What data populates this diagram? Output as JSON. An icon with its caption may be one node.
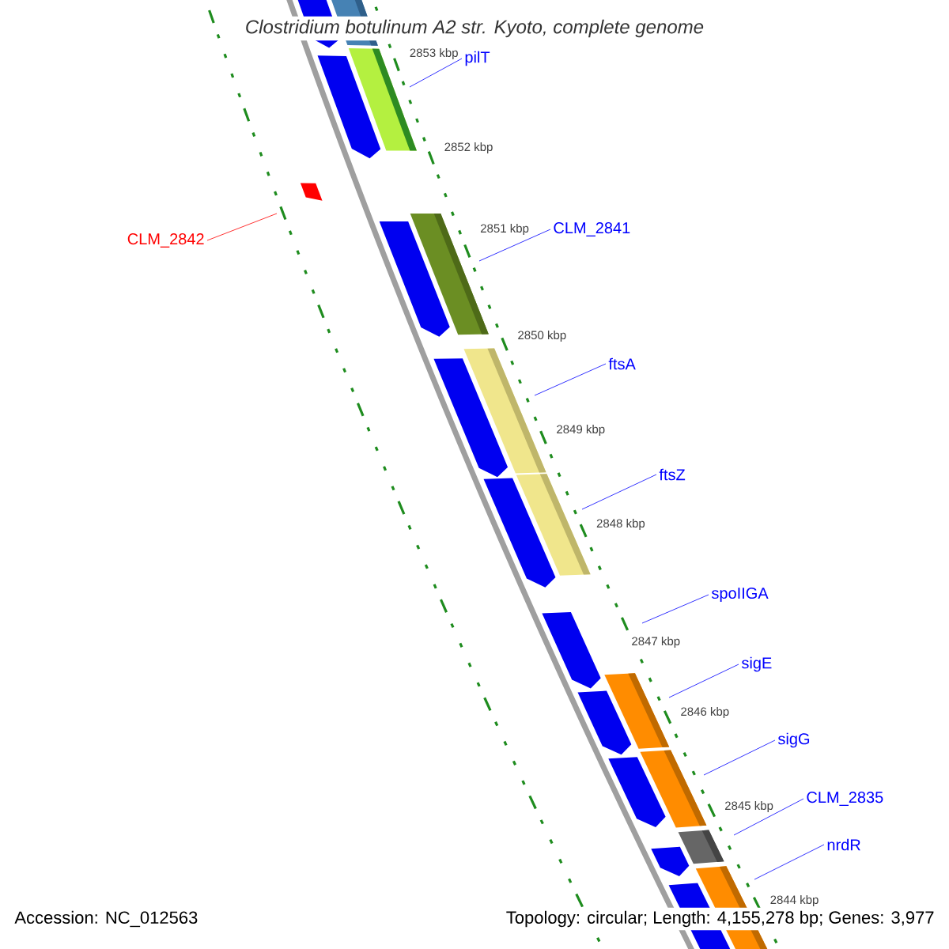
{
  "diagram": {
    "title": "Clostridium botulinum A2 str. Kyoto, complete genome",
    "nodes": [
      {
        "text": [
          "pilT"
        ]
      },
      {
        "text": [
          "CLM_2842"
        ]
      },
      {
        "text": [
          "CLM_2841"
        ]
      },
      {
        "text": [
          "ftsA"
        ]
      },
      {
        "text": [
          "ftsZ"
        ]
      },
      {
        "text": [
          "spoIIGA"
        ]
      },
      {
        "text": [
          "sigE"
        ]
      },
      {
        "text": [
          "sigG"
        ]
      },
      {
        "text": [
          "CLM_2835"
        ]
      },
      {
        "text": [
          "nrdR"
        ]
      }
    ],
    "edges": [
      {
        "from": 0,
        "to": null,
        "arrow": "none"
      },
      {
        "from": 1,
        "to": null,
        "arrow": "none",
        "color": "#ff0000"
      },
      {
        "from": 2,
        "to": null,
        "arrow": "none"
      },
      {
        "from": 3,
        "to": null,
        "arrow": "none"
      },
      {
        "from": 4,
        "to": null,
        "arrow": "none"
      },
      {
        "from": 5,
        "to": null,
        "arrow": "none"
      },
      {
        "from": 6,
        "to": null,
        "arrow": "none"
      },
      {
        "from": 7,
        "to": null,
        "arrow": "none"
      },
      {
        "from": 8,
        "to": null,
        "arrow": "none"
      },
      {
        "from": 9,
        "to": null,
        "arrow": "none"
      }
    ],
    "labels": [
      "2853 kbp",
      "2852 kbp",
      "2851 kbp",
      "2850 kbp",
      "2849 kbp",
      "2848 kbp",
      "2847 kbp",
      "2846 kbp",
      "2845 kbp",
      "2844 kbp",
      "Accession: NC_012563",
      "Topology: circular; Length: 4,155,278 bp; Genes: 3,977"
    ]
  }
}
